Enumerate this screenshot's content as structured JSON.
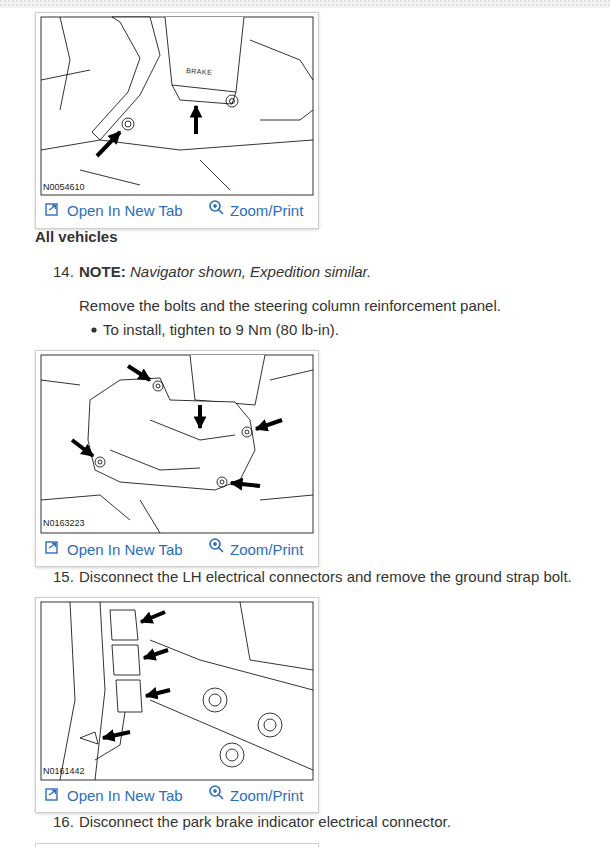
{
  "diagram": {
    "nodes": [
      {
        "text": [
          "BRAKE",
          "N0054610",
          "Open In New Tab",
          "Zoom/Print"
        ]
      },
      {
        "text": [
          "N0163223",
          "Open In New Tab",
          "Zoom/Print"
        ]
      },
      {
        "text": [
          "N0161442",
          "Open In New Tab",
          "Zoom/Print"
        ]
      }
    ],
    "labels": [
      "All vehicles",
      "14.",
      "NOTE:",
      "Navigator shown, Expedition similar.",
      "Remove the bolts and the steering column reinforcement panel.",
      "To install, tighten to 9 Nm (80 lb-in).",
      "15.",
      "Disconnect the LH electrical connectors and remove the ground strap bolt.",
      "16.",
      "Disconnect the park brake indicator electrical connector."
    ]
  }
}
